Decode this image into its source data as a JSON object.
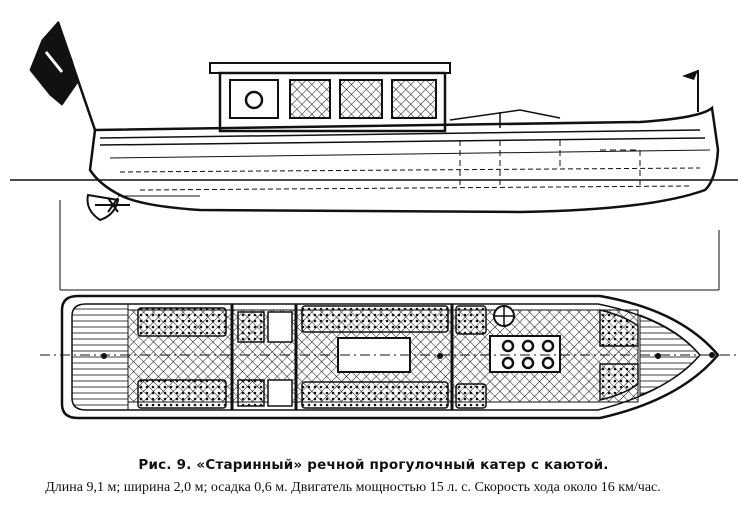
{
  "figure": {
    "caption_title": "Рис. 9. «Старинный» речной прогулочный катер с каютой.",
    "caption_specs": "Длина 9,1 м; ширина 2,0 м; осадка 0,6 м. Двигатель мощностью 15 л. с. Скорость хода около 16 км/час.",
    "views": [
      "side-elevation",
      "deck-plan"
    ]
  },
  "colors": {
    "ink": "#111111",
    "paper": "#ffffff"
  }
}
